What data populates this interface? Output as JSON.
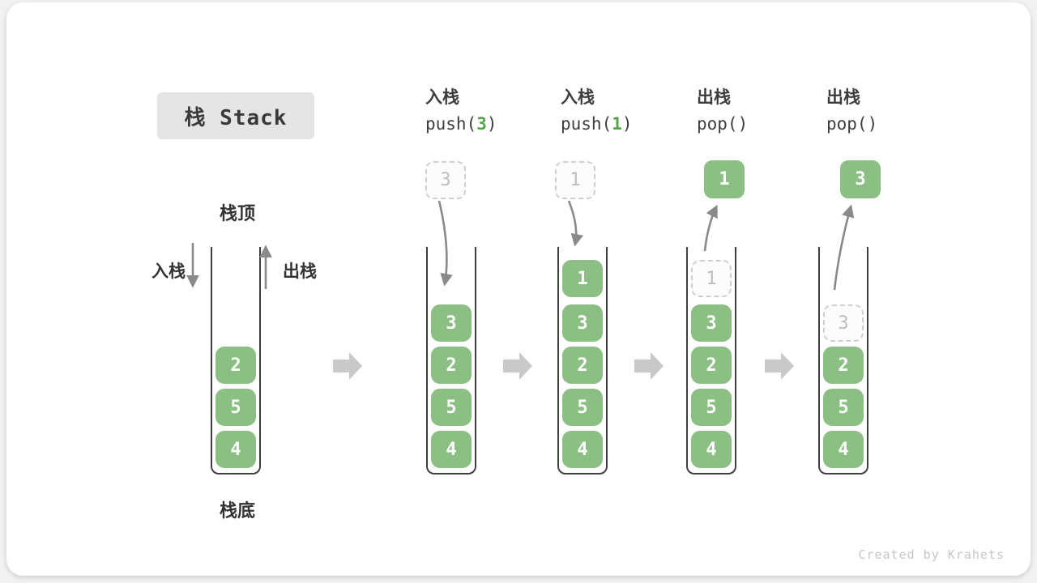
{
  "title": {
    "label": "栈 Stack"
  },
  "stack_labels": {
    "top": "栈顶",
    "bottom": "栈底",
    "push": "入栈",
    "pop": "出栈"
  },
  "operations": [
    {
      "name": "入栈",
      "code_pre": "push(",
      "code_arg": "3",
      "code_post": ")"
    },
    {
      "name": "入栈",
      "code_pre": "push(",
      "code_arg": "1",
      "code_post": ")"
    },
    {
      "name": "出栈",
      "code_pre": "pop()",
      "code_arg": "",
      "code_post": ""
    },
    {
      "name": "出栈",
      "code_pre": "pop()",
      "code_arg": "",
      "code_post": ""
    }
  ],
  "floating_values": {
    "push1_incoming": "3",
    "push2_incoming": "1",
    "pop1_removed": "1",
    "pop2_removed": "3"
  },
  "stacks": [
    {
      "cells": [
        "2",
        "5",
        "4"
      ]
    },
    {
      "cells": [
        "3",
        "2",
        "5",
        "4"
      ]
    },
    {
      "cells": [
        "1",
        "3",
        "2",
        "5",
        "4"
      ]
    },
    {
      "ghost": "1",
      "cells": [
        "3",
        "2",
        "5",
        "4"
      ]
    },
    {
      "ghost": "3",
      "cells": [
        "2",
        "5",
        "4"
      ]
    }
  ],
  "watermark": "Created by Krahets",
  "colors": {
    "cell_green": "#8cbf84",
    "code_arg_green": "#55a64b",
    "ghost_border": "#cfcfcf",
    "ghost_text": "#bdbdbd",
    "arrow_gray": "#8a8a8a",
    "step_arrow_gray": "#c9c9c9",
    "wall_dark": "#3f3f3f",
    "title_bg": "#e5e5e5"
  }
}
